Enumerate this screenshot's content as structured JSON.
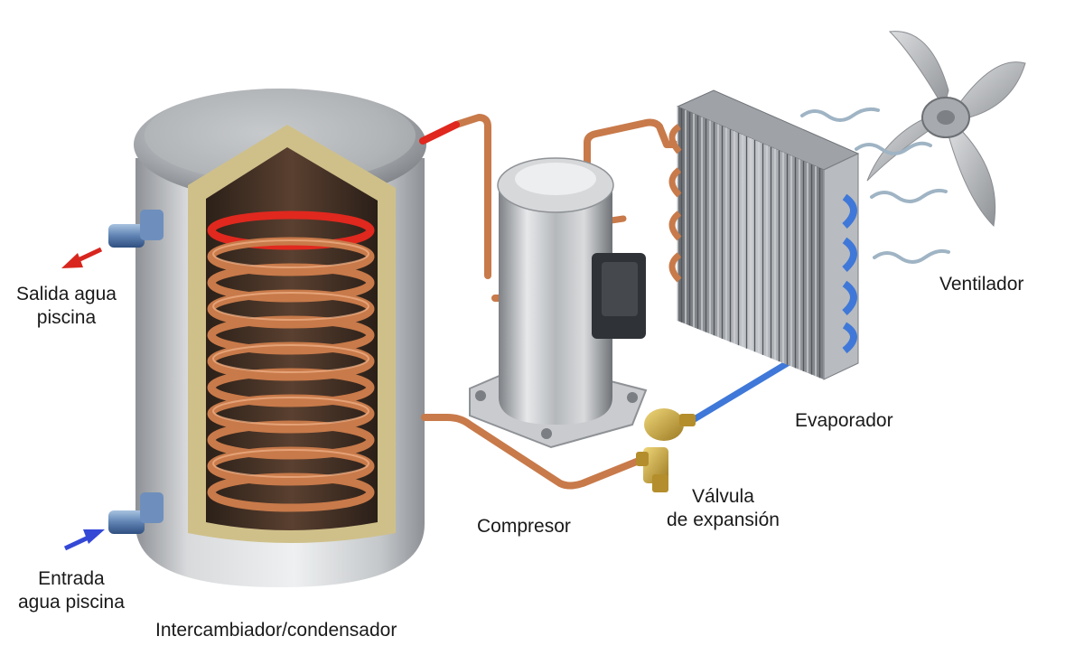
{
  "labels": {
    "outlet": [
      "Salida agua",
      "piscina"
    ],
    "inlet": [
      "Entrada",
      "agua piscina"
    ],
    "exchanger": "Intercambiador/condensador",
    "compressor": "Compresor",
    "valve": [
      "Válvula",
      "de expansión"
    ],
    "evaporator": "Evaporador",
    "fan": "Ventilador"
  },
  "colors": {
    "copper": "#c87a4a",
    "hot_refrigerant": "#e0281e",
    "cold_refrigerant": "#3f78d8",
    "outlet_arrow": "#d8261e",
    "inlet_arrow": "#3448d6",
    "insulation": "#cfc08a",
    "steel": "#b9bcc0",
    "brass": "#c9a337"
  },
  "icons": {
    "outlet_arrow": "red-arrow-left-icon",
    "inlet_arrow": "blue-arrow-right-icon"
  }
}
